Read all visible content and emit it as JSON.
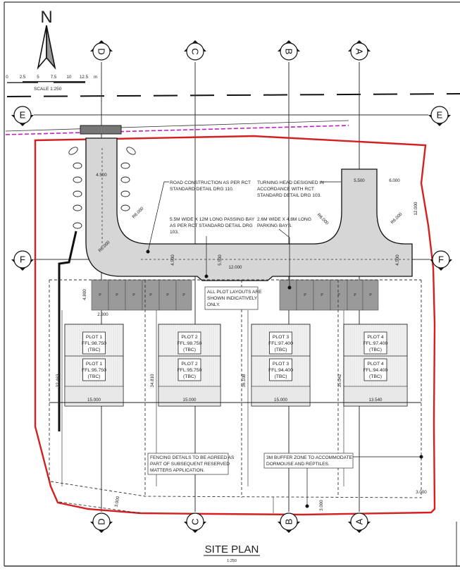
{
  "north": {
    "label": "N"
  },
  "scale": {
    "ticks": [
      "0",
      "2.5",
      "5",
      "7.5",
      "10",
      "12.5"
    ],
    "unit": "m",
    "label": "SCALE 1:250"
  },
  "grid": {
    "columns": [
      "D",
      "C",
      "B",
      "A"
    ],
    "rows": [
      "E",
      "F"
    ]
  },
  "notes": {
    "road": [
      "ROAD CONSTRUCTION AS PER RCT",
      "STANDARD DETAIL DRG 110."
    ],
    "turning": [
      "TURNING HEAD DESIGNED IN",
      "ACCORDANCE WITH RCT",
      "STANDARD DETAIL DRG 103."
    ],
    "passing": [
      "5.5M WIDE X 12M LONG PASSING BAY",
      "AS PER RCT STANDARD DETAIL DRG",
      "103."
    ],
    "parking": [
      "2.6M WIDE X 4.8M LONG",
      "PARKING BAYS."
    ],
    "layouts": [
      "ALL PLOT LAYOUTS ARE",
      "SHOWN INDICATIVELY",
      "ONLY."
    ],
    "fencing": [
      "FENCING DETAILS TO BE AGREED AS",
      "PART OF SUBSEQUENT RESERVED",
      "MATTERS APPLICATION."
    ],
    "buffer": [
      "3M BUFFER ZONE TO ACCOMMODATE",
      "DORMOUSE AND REPTILES."
    ]
  },
  "plots": [
    {
      "upper": [
        "PLOT 1",
        "FFL:98.750",
        "(TBC)"
      ],
      "lower": [
        "PLOT 1",
        "FFL:95.750",
        "(TBC)"
      ],
      "width": "15.000",
      "depth": "32.463"
    },
    {
      "upper": [
        "PLOT 2",
        "FFL:98.750",
        "(TBC)"
      ],
      "lower": [
        "PLOT 2",
        "FFL:95.750",
        "(TBC)"
      ],
      "width": "15.000",
      "depth": "34.810"
    },
    {
      "upper": [
        "PLOT 3",
        "FFL:97.400",
        "(TBC)"
      ],
      "lower": [
        "PLOT 3",
        "FFL:94.400",
        "(TBC)"
      ],
      "width": "15.000",
      "depth": "36.108"
    },
    {
      "upper": [
        "PLOT 4",
        "FFL:97.400",
        "(TBC)"
      ],
      "lower": [
        "PLOT 4",
        "FFL:94.400",
        "(TBC)"
      ],
      "width": "13.540",
      "depth": "35.042"
    }
  ],
  "dims": {
    "stem_width": "4.500",
    "radius": "R6.000",
    "road_width": "4.500",
    "bay_width": "5.500",
    "bay_length": "12.000",
    "head_width": "5.500",
    "head_side": "6.000",
    "head_length": "12.000",
    "road_width_right": "4.500",
    "parking_depth": "4.800",
    "parking_width": "2.800",
    "buffer": "3.000",
    "parking_mark": "P"
  },
  "title": {
    "label": "SITE PLAN",
    "scale": "1:250"
  },
  "colors": {
    "boundary": "#d42020",
    "road": "#d6d6d6",
    "parking": "#9a9a9a",
    "magenta": "#c020c0"
  }
}
